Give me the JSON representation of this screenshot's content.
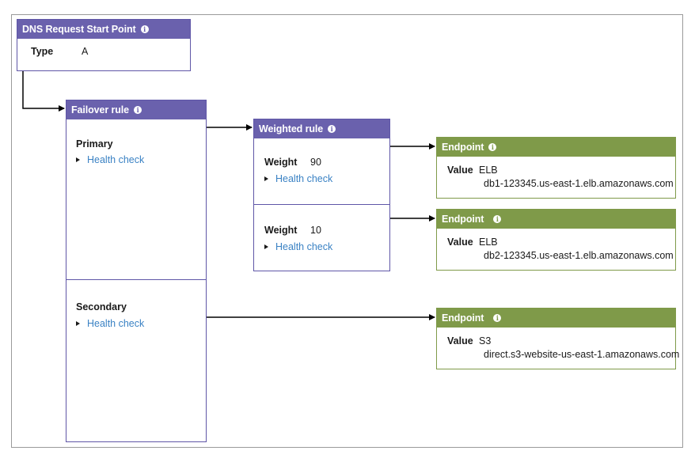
{
  "start": {
    "title": "DNS Request Start Point",
    "type_label": "Type",
    "type_value": "A"
  },
  "failover": {
    "title": "Failover rule",
    "primary_label": "Primary",
    "primary_health": "Health check",
    "secondary_label": "Secondary",
    "secondary_health": "Health check"
  },
  "weighted": {
    "title": "Weighted rule",
    "weight_label": "Weight",
    "items": [
      {
        "weight": "90",
        "health": "Health check"
      },
      {
        "weight": "10",
        "health": "Health check"
      }
    ]
  },
  "endpoints": [
    {
      "title": "Endpoint",
      "value_label": "Value",
      "value_type": "ELB",
      "value": "db1-123345.us-east-1.elb.amazonaws.com"
    },
    {
      "title": "Endpoint",
      "value_label": "Value",
      "value_type": "ELB",
      "value": "db2-123345.us-east-1.elb.amazonaws.com"
    },
    {
      "title": "Endpoint",
      "value_label": "Value",
      "value_type": "S3",
      "value": "direct.s3-website-us-east-1.amazonaws.com"
    }
  ],
  "icons": {
    "info": "info-icon",
    "health_toggle": "caret-right-icon"
  },
  "colors": {
    "rule": "#6a61ad",
    "endpoint": "#7f9a49",
    "link": "#3a82c4",
    "border": "#9a9a9a"
  }
}
